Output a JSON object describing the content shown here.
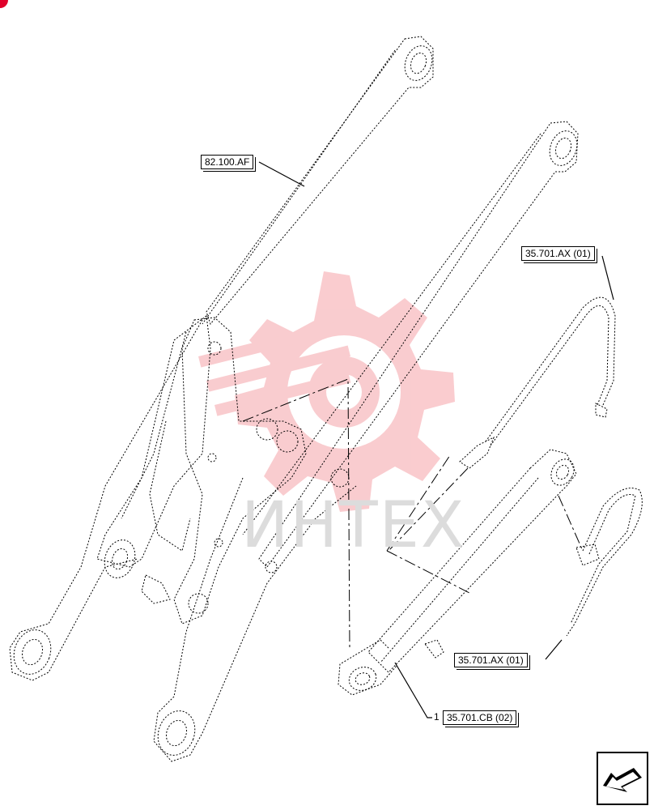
{
  "callouts": {
    "boom": "82.100.AF",
    "hose_top": "35.701.AX (01)",
    "hose_bottom": "35.701.AX (01)",
    "cylinder": "35.701.CB (02)"
  },
  "item_number": "1",
  "watermark": {
    "text": "ИНТЕХ",
    "color": "#f5a3a8"
  },
  "colors": {
    "line": "#000000",
    "accent": "#e0002a"
  },
  "icons": {
    "navigation": "arrow-left-down-icon",
    "corner": "brand-dot-icon"
  }
}
